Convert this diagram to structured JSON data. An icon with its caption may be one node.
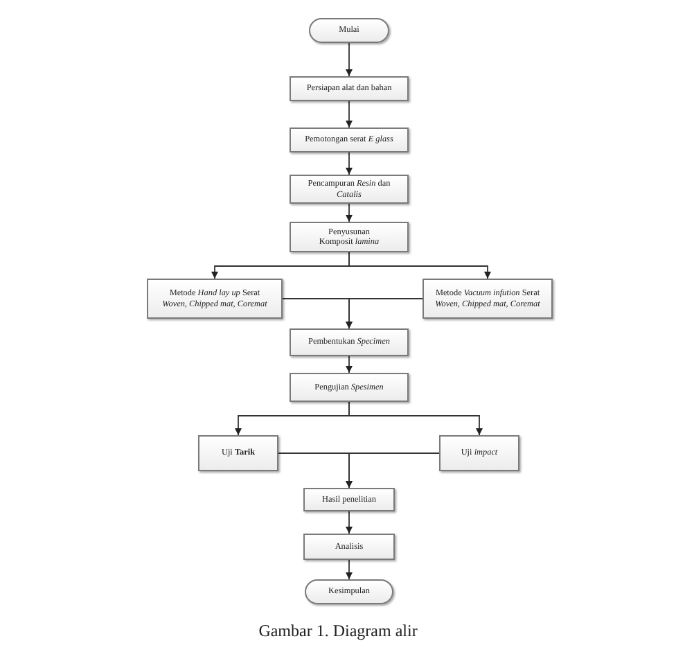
{
  "diagram": {
    "caption": "Gambar 1. Diagram alir",
    "nodes": [
      {
        "text": [
          "Mulai"
        ]
      },
      {
        "text": [
          "Persiapan alat dan bahan"
        ]
      },
      {
        "text": [
          "Pemotongan serat *E glass*"
        ]
      },
      {
        "text": [
          "Pencampuran *Resin* dan *Catalis*"
        ]
      },
      {
        "text": [
          "Penyusunan Komposit *lamina*"
        ]
      },
      {
        "text": [
          "Metode *Hand lay up* Serat *Woven, Chipped mat, Coremat*"
        ]
      },
      {
        "text": [
          "Metode *Vacuum infution* Serat *Woven, Chipped mat, Coremat*"
        ]
      },
      {
        "text": [
          "Pembentukan *Specimen*"
        ]
      },
      {
        "text": [
          "Pengujian *Spesimen*"
        ]
      },
      {
        "text": [
          "Uji **Tarik**"
        ]
      },
      {
        "text": [
          "Uji *impact*"
        ]
      },
      {
        "text": [
          "Hasil penelitian"
        ]
      },
      {
        "text": [
          "Analisis"
        ]
      },
      {
        "text": [
          "Kesimpulan"
        ]
      }
    ],
    "edges": [
      {
        "from": 0,
        "to": 1,
        "arrow": "to"
      },
      {
        "from": 1,
        "to": 2,
        "arrow": "to"
      },
      {
        "from": 2,
        "to": 3,
        "arrow": "to"
      },
      {
        "from": 3,
        "to": 4,
        "arrow": "to"
      },
      {
        "from": 4,
        "to": 5,
        "arrow": "to"
      },
      {
        "from": 4,
        "to": 6,
        "arrow": "to"
      },
      {
        "from": 5,
        "to": 7,
        "arrow": "to"
      },
      {
        "from": 6,
        "to": 7,
        "arrow": "to"
      },
      {
        "from": 7,
        "to": 8,
        "arrow": "to"
      },
      {
        "from": 8,
        "to": 9,
        "arrow": "to"
      },
      {
        "from": 8,
        "to": 10,
        "arrow": "to"
      },
      {
        "from": 9,
        "to": 11,
        "arrow": "to"
      },
      {
        "from": 10,
        "to": 11,
        "arrow": "to"
      },
      {
        "from": 11,
        "to": 12,
        "arrow": "to"
      },
      {
        "from": 12,
        "to": 13,
        "arrow": "to"
      }
    ]
  }
}
